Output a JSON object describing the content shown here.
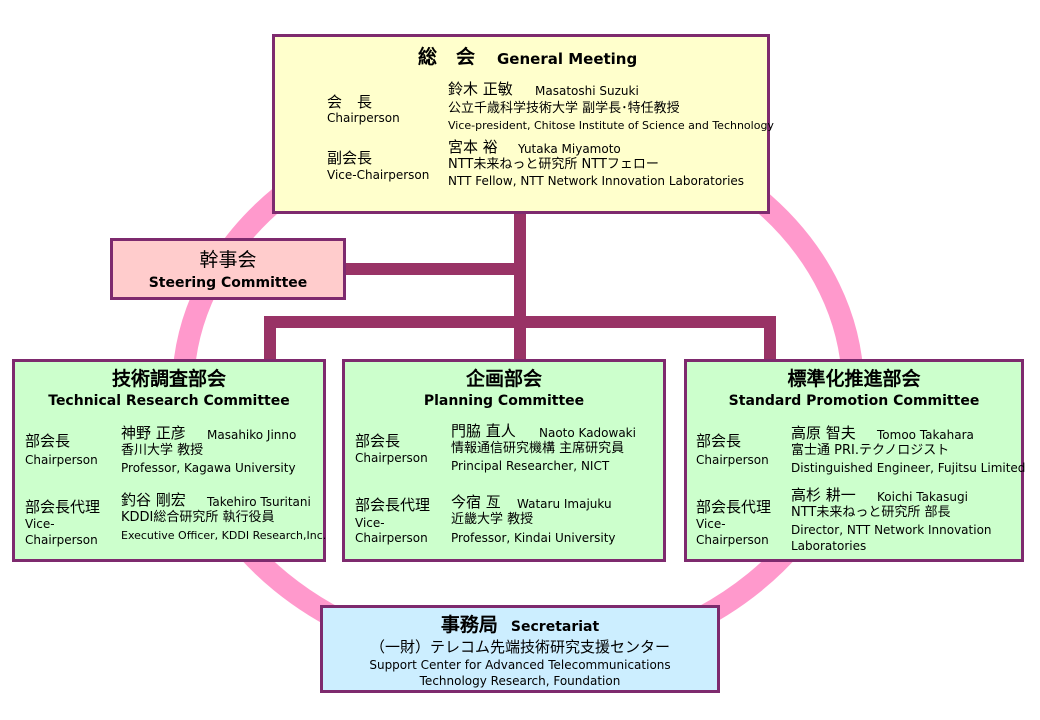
{
  "general_meeting": {
    "title_jp": "総　会",
    "title_en": "General Meeting",
    "chair": {
      "role_jp": "会　長",
      "role_en": "Chairperson",
      "name_jp": "鈴木 正敏",
      "name_en": "Masatoshi Suzuki",
      "aff_jp": "公立千歳科学技術大学 副学長･特任教授",
      "aff_en": "Vice-president, Chitose Institute of Science and Technology"
    },
    "vice": {
      "role_jp": "副会長",
      "role_en": "Vice-Chairperson",
      "name_jp": "宮本 裕",
      "name_en": "Yutaka Miyamoto",
      "aff_jp": "NTT未来ねっと研究所 NTTフェロー",
      "aff_en": "NTT Fellow, NTT Network Innovation Laboratories"
    }
  },
  "steering": {
    "title_jp": "幹事会",
    "title_en": "Steering Committee"
  },
  "technical": {
    "title_jp": "技術調査部会",
    "title_en": "Technical Research Committee",
    "chair": {
      "role_jp": "部会長",
      "role_en": "Chairperson",
      "name_jp": "神野 正彦",
      "name_en": "Masahiko Jinno",
      "aff_jp": "香川大学 教授",
      "aff_en": "Professor, Kagawa University"
    },
    "deputy": {
      "role_jp": "部会長代理",
      "role_en_1": "Vice-",
      "role_en_2": "Chairperson",
      "name_jp": "釣谷 剛宏",
      "name_en": "Takehiro Tsuritani",
      "aff_jp": "KDDI総合研究所 執行役員",
      "aff_en": "Executive Officer, KDDI Research,Inc."
    }
  },
  "planning": {
    "title_jp": "企画部会",
    "title_en": "Planning Committee",
    "chair": {
      "role_jp": "部会長",
      "role_en": "Chairperson",
      "name_jp": "門脇 直人",
      "name_en": "Naoto Kadowaki",
      "aff_jp": "情報通信研究機構 主席研究員",
      "aff_en": "Principal Researcher, NICT"
    },
    "deputy": {
      "role_jp": "部会長代理",
      "role_en_1": "Vice-",
      "role_en_2": "Chairperson",
      "name_jp": "今宿 亙",
      "name_en": "Wataru Imajuku",
      "aff_jp": "近畿大学 教授",
      "aff_en": "Professor, Kindai University"
    }
  },
  "standard": {
    "title_jp": "標準化推進部会",
    "title_en": "Standard Promotion Committee",
    "chair": {
      "role_jp": "部会長",
      "role_en": "Chairperson",
      "name_jp": "高原 智夫",
      "name_en": "Tomoo Takahara",
      "aff_jp": "富士通 PRI.テクノロジスト",
      "aff_en": "Distinguished Engineer, Fujitsu Limited"
    },
    "deputy": {
      "role_jp": "部会長代理",
      "role_en_1": "Vice-",
      "role_en_2": "Chairperson",
      "name_jp": "高杉 耕一",
      "name_en": "Koichi Takasugi",
      "aff_jp": "NTT未来ねっと研究所 部長",
      "aff_en_1": "Director, NTT Network Innovation",
      "aff_en_2": "Laboratories"
    }
  },
  "secretariat": {
    "title_jp": "事務局",
    "title_en": "Secretariat",
    "org_jp": "（一財）テレコム先端技術研究支援センター",
    "org_en_1": "Support Center for Advanced Telecommunications",
    "org_en_2": "Technology Research, Foundation"
  },
  "colors": {
    "ring": "#ff99cc",
    "connector": "#993366",
    "border": "#7e2a6e"
  }
}
